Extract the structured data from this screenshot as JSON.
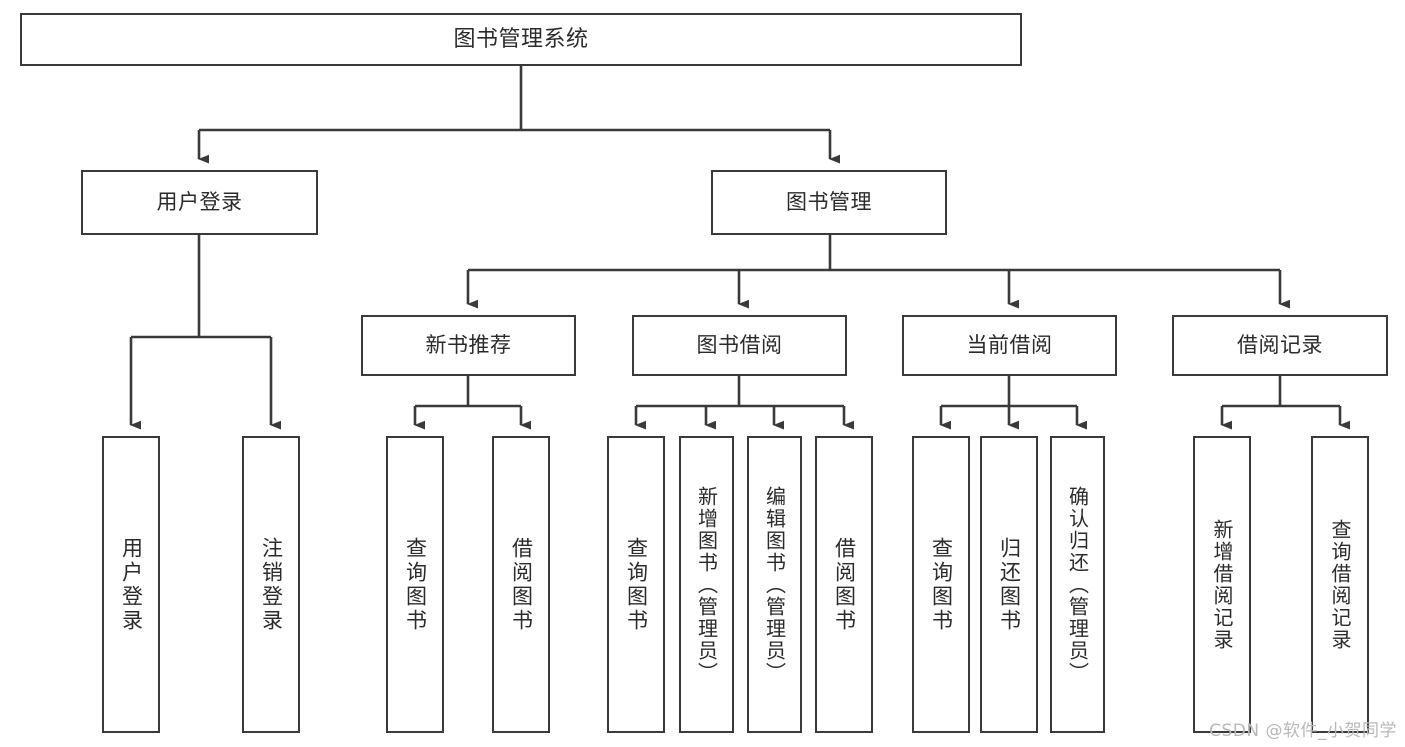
{
  "diagram": {
    "title": "图书管理系统",
    "type": "hierarchy-tree",
    "root": {
      "id": "root",
      "label": "图书管理系统"
    },
    "tier2": [
      {
        "id": "user-login",
        "label": "用户登录"
      },
      {
        "id": "book-management",
        "label": "图书管理"
      }
    ],
    "tier3": [
      {
        "id": "new-book-recommend",
        "label": "新书推荐"
      },
      {
        "id": "book-borrow",
        "label": "图书借阅"
      },
      {
        "id": "current-borrow",
        "label": "当前借阅"
      },
      {
        "id": "borrow-record",
        "label": "借阅记录"
      }
    ],
    "leaves": {
      "user_login": [
        {
          "id": "leaf-user-login",
          "label": "用户登录"
        },
        {
          "id": "leaf-logout-login",
          "label": "注销登录"
        }
      ],
      "new_book_recommend": [
        {
          "id": "leaf-query-book-1",
          "label": "查询图书"
        },
        {
          "id": "leaf-borrow-book-1",
          "label": "借阅图书"
        }
      ],
      "book_borrow": [
        {
          "id": "leaf-query-book-2",
          "label": "查询图书"
        },
        {
          "id": "leaf-add-book",
          "label": "新增图书（管理员）"
        },
        {
          "id": "leaf-edit-book",
          "label": "编辑图书（管理员）"
        },
        {
          "id": "leaf-borrow-book-2",
          "label": "借阅图书"
        }
      ],
      "current_borrow": [
        {
          "id": "leaf-query-book-3",
          "label": "查询图书"
        },
        {
          "id": "leaf-return-book",
          "label": "归还图书"
        },
        {
          "id": "leaf-confirm-return",
          "label": "确认归还（管理员）"
        }
      ],
      "borrow_record": [
        {
          "id": "leaf-add-borrow-record",
          "label": "新增借阅记录"
        },
        {
          "id": "leaf-query-borrow-record",
          "label": "查询借阅记录"
        }
      ]
    }
  },
  "watermark": {
    "text": "CSDN @软件_小贺同学"
  },
  "colors": {
    "stroke": "#3a3a3a",
    "text": "#2b2b2b",
    "background": "#ffffff",
    "watermark": "#b9b9b9"
  }
}
